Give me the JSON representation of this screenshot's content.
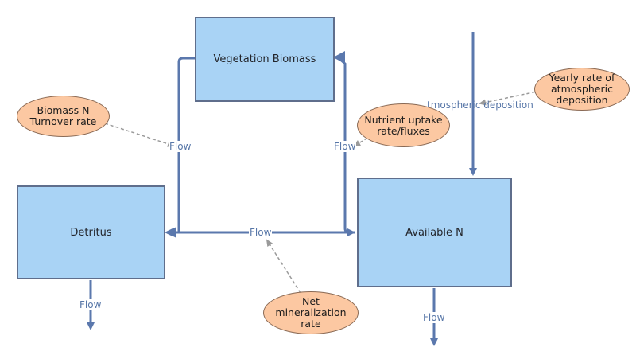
{
  "stocks": {
    "vegetation": "Vegetation Biomass",
    "detritus": "Detritus",
    "available": "Available N"
  },
  "auxiliaries": {
    "turnover": "Biomass N\nTurnover rate",
    "uptake": "Nutrient uptake\nrate/fluxes",
    "deposition_rate": "Yearly rate of\natmospheric\ndeposition",
    "mineralization": "Net\nmineralization\nrate"
  },
  "flows": {
    "turnover_flow": "Flow",
    "uptake_flow": "Flow",
    "mineralization_flow": "Flow",
    "detritus_out": "Flow",
    "available_out": "Flow",
    "deposition_flow": "tmospheric deposition"
  },
  "colors": {
    "stock_fill": "#a9d3f5",
    "stock_border": "#5f6e8c",
    "aux_fill": "#fcc8a2",
    "flow_line": "#5b78ad",
    "link_line": "#9a9a9a"
  }
}
